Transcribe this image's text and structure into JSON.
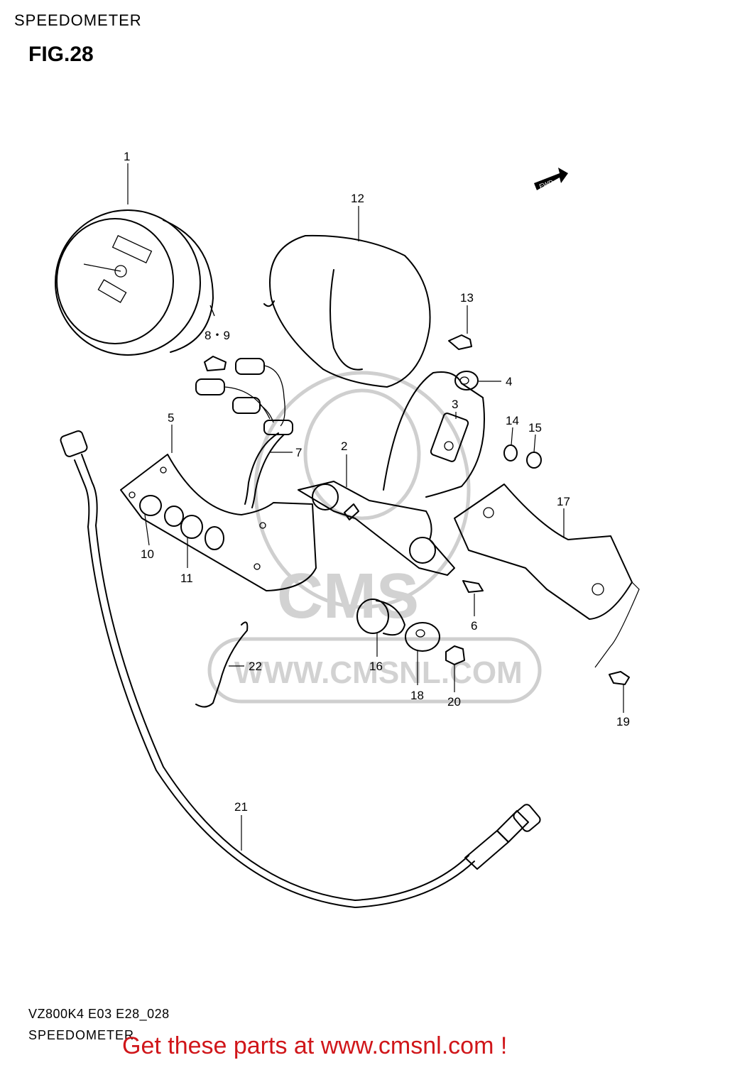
{
  "header": {
    "title": "SPEEDOMETER",
    "figure": "FIG.28"
  },
  "footer": {
    "code": "VZ800K4 E03 E28_028",
    "caption": "SPEEDOMETER",
    "promo": "Get these parts at www.cmsnl.com !"
  },
  "watermark": {
    "brand": "CMS",
    "url": "WWW.CMSNL.COM"
  },
  "fwd_label": "FWD",
  "callouts": {
    "p1": "1",
    "p2": "2",
    "p3": "3",
    "p4": "4",
    "p5": "5",
    "p6": "6",
    "p7": "7",
    "p8_9": "8・9",
    "p10": "10",
    "p11": "11",
    "p12": "12",
    "p13": "13",
    "p14": "14",
    "p15": "15",
    "p16": "16",
    "p17": "17",
    "p18": "18",
    "p19": "19",
    "p20": "20",
    "p21": "21",
    "p22": "22"
  },
  "colors": {
    "promo": "#d0161a",
    "watermark": "#cfcfcf"
  }
}
